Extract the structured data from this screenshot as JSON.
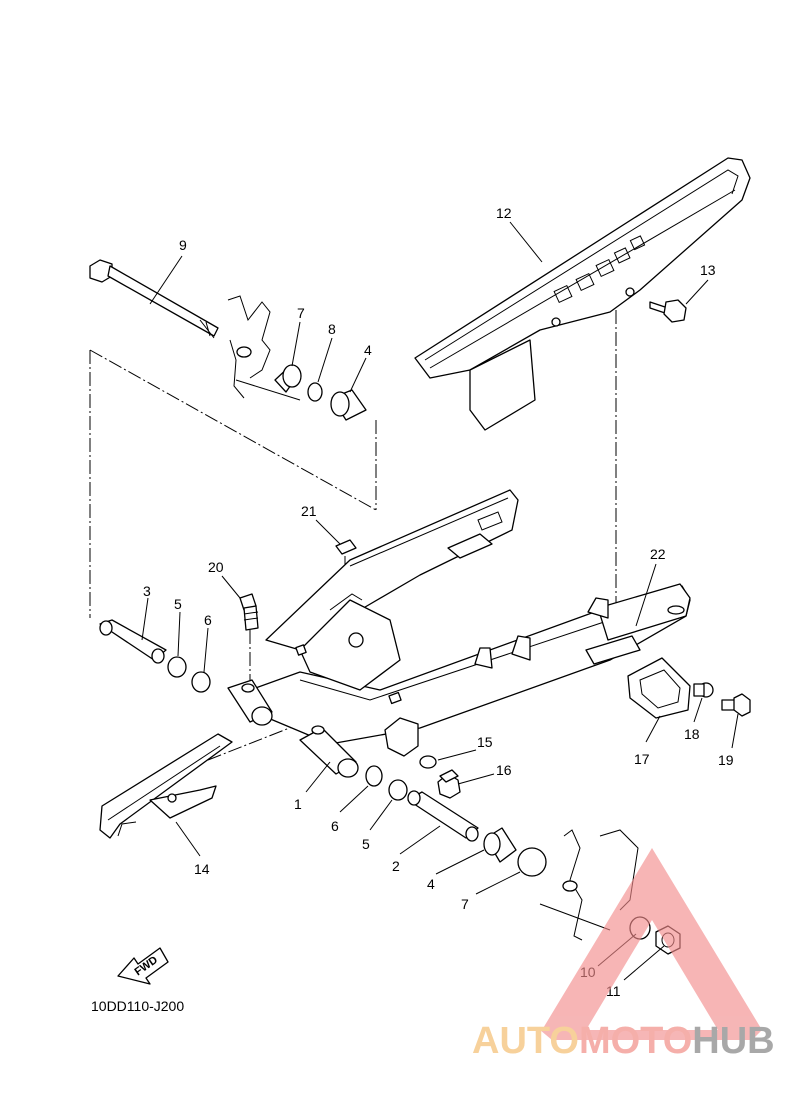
{
  "diagram": {
    "callouts": [
      {
        "id": "1",
        "label": "1"
      },
      {
        "id": "2",
        "label": "2"
      },
      {
        "id": "3",
        "label": "3"
      },
      {
        "id": "4a",
        "label": "4"
      },
      {
        "id": "4b",
        "label": "4"
      },
      {
        "id": "5a",
        "label": "5"
      },
      {
        "id": "5b",
        "label": "5"
      },
      {
        "id": "6a",
        "label": "6"
      },
      {
        "id": "6b",
        "label": "6"
      },
      {
        "id": "7a",
        "label": "7"
      },
      {
        "id": "7b",
        "label": "7"
      },
      {
        "id": "8",
        "label": "8"
      },
      {
        "id": "9",
        "label": "9"
      },
      {
        "id": "10",
        "label": "10"
      },
      {
        "id": "11",
        "label": "11"
      },
      {
        "id": "12",
        "label": "12"
      },
      {
        "id": "13",
        "label": "13"
      },
      {
        "id": "14",
        "label": "14"
      },
      {
        "id": "15",
        "label": "15"
      },
      {
        "id": "16",
        "label": "16"
      },
      {
        "id": "17",
        "label": "17"
      },
      {
        "id": "18",
        "label": "18"
      },
      {
        "id": "19",
        "label": "19"
      },
      {
        "id": "20",
        "label": "20"
      },
      {
        "id": "21",
        "label": "21"
      },
      {
        "id": "22",
        "label": "22"
      }
    ],
    "fwd_label": "FWD",
    "diagram_code": "10DD110-J200"
  },
  "watermark": {
    "part1": "AUTO",
    "part2": "MOTO",
    "part3": "HUB",
    "colors": {
      "auto": "#f6c98a",
      "moto": "#f4a29c",
      "hub": "#9a9a9a",
      "triangle": "#f28c8c"
    }
  }
}
